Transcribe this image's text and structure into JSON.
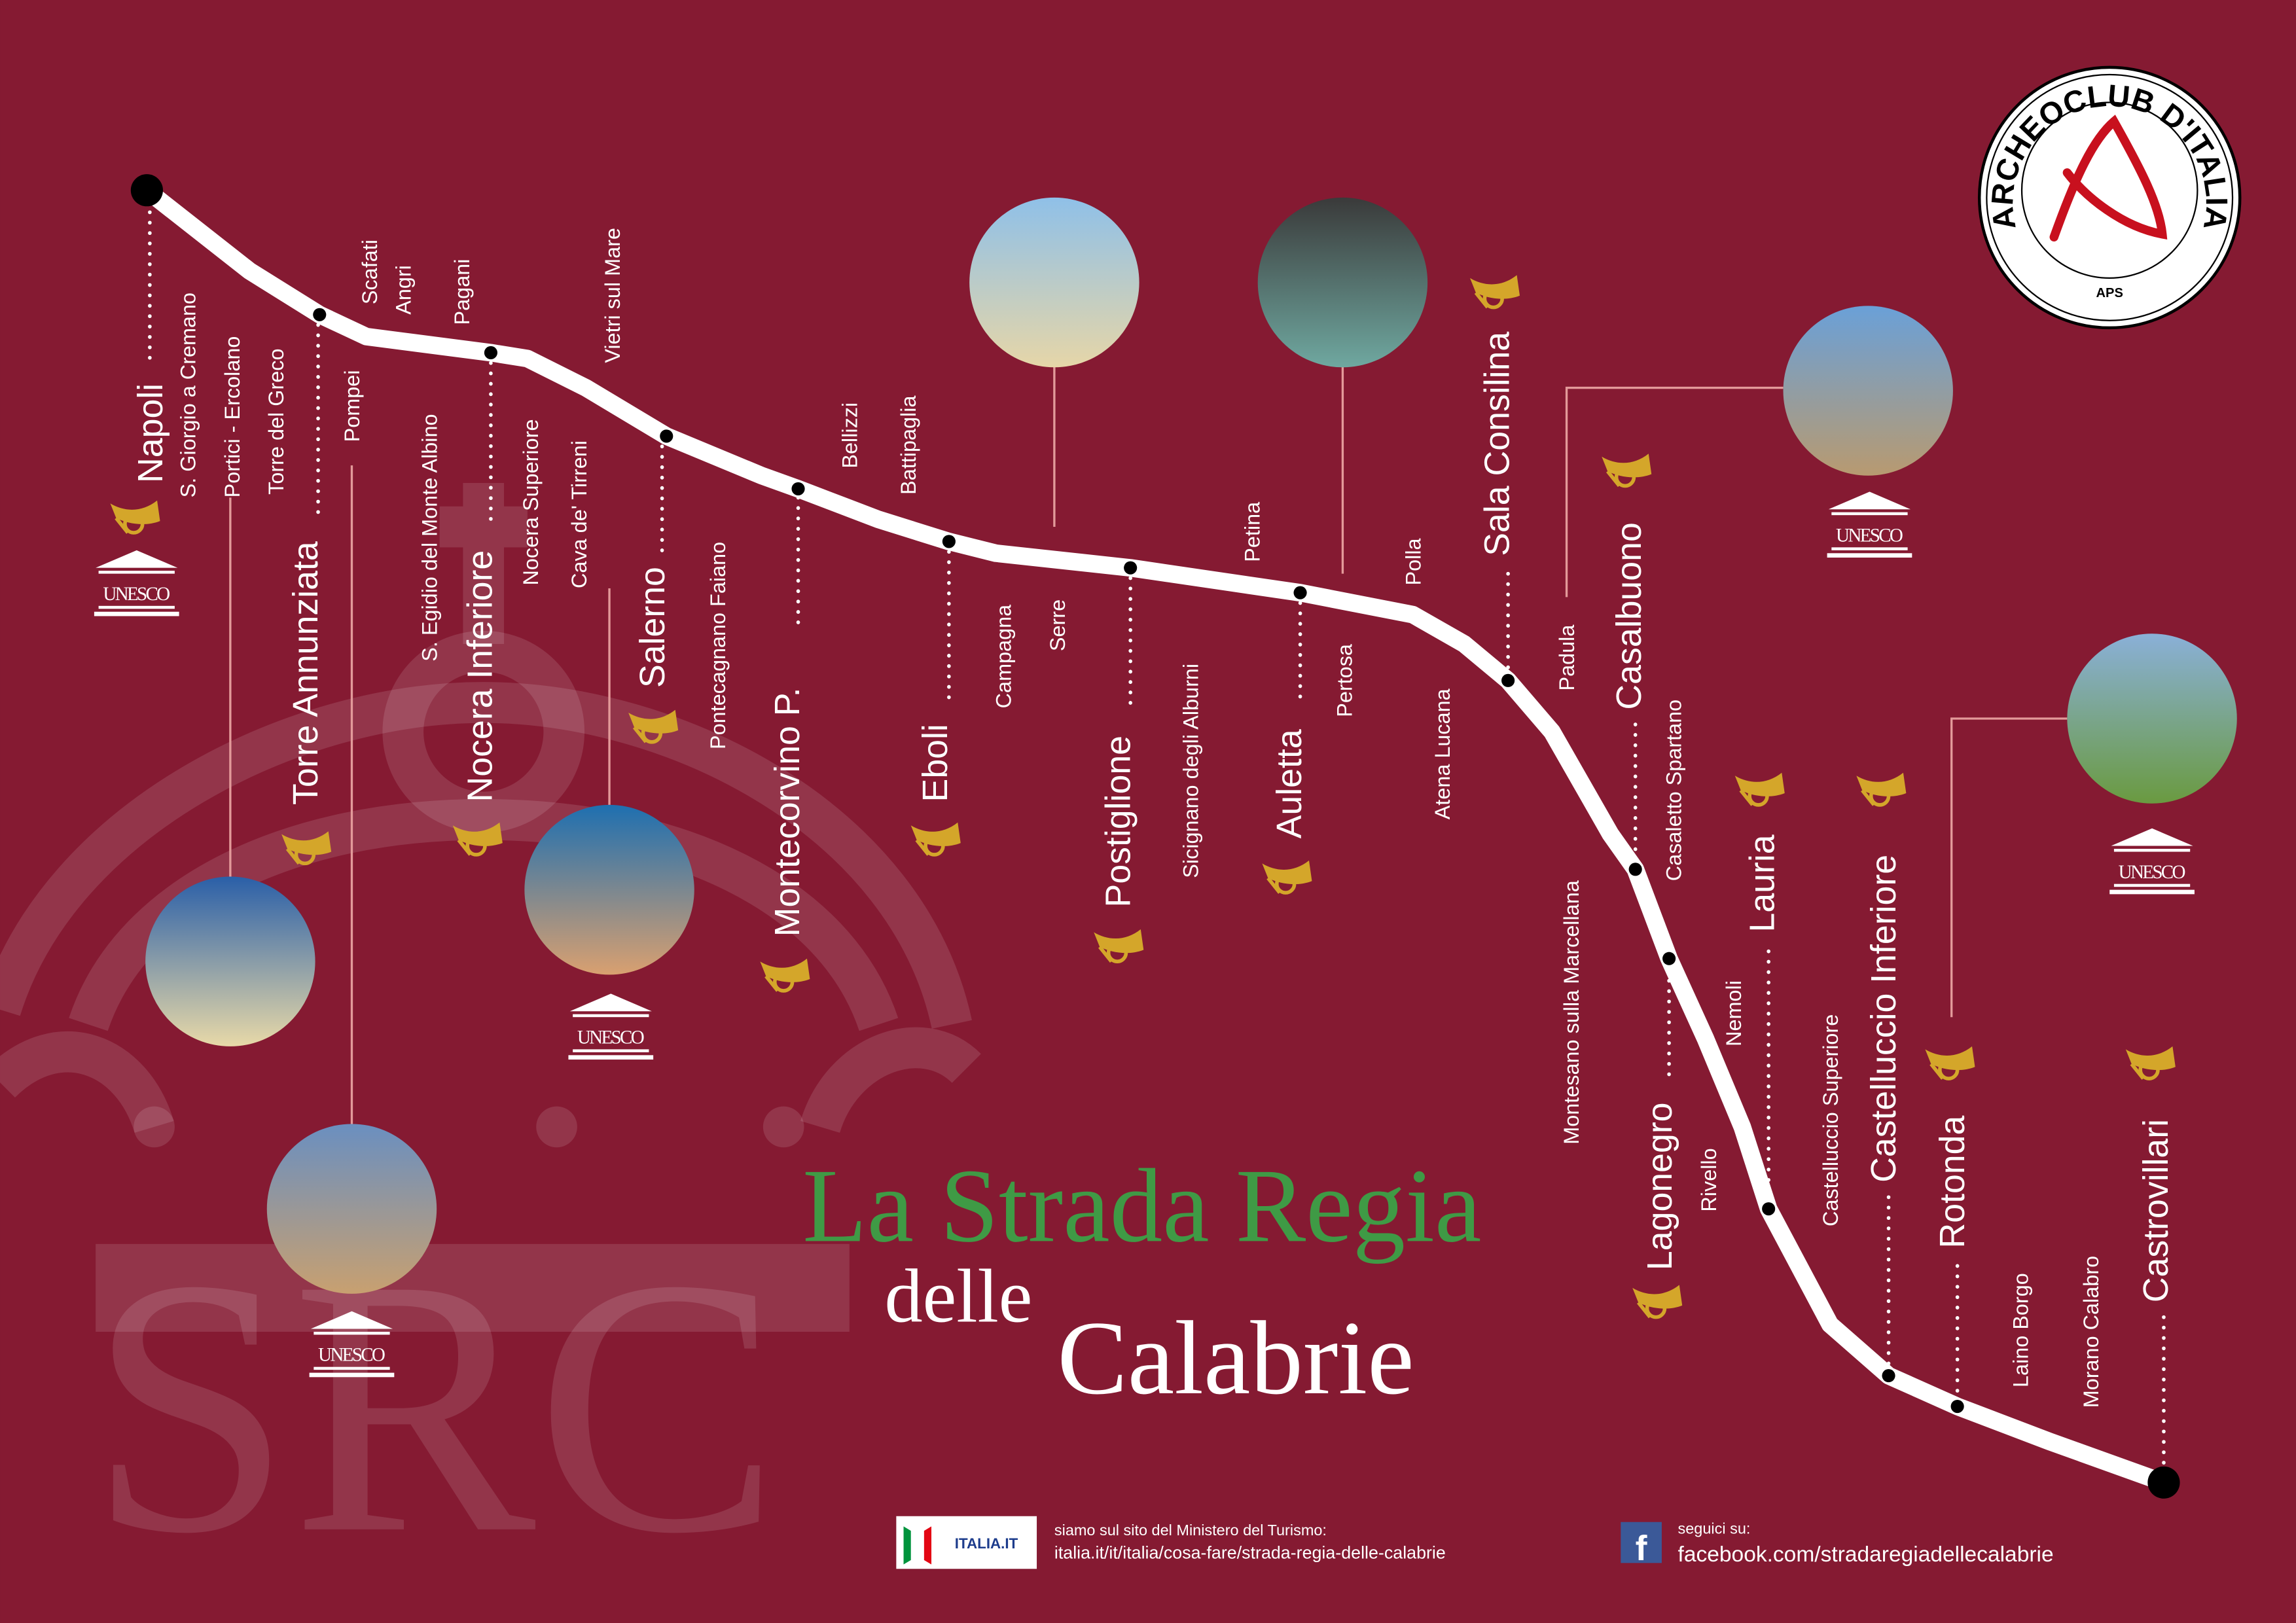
{
  "colors": {
    "background": "#851a32",
    "route": "#ffffff",
    "title_green": "#3f9a45",
    "horn_gold": "#d4a62a",
    "connector": "#e39a9a"
  },
  "title": {
    "line1": "La Strada Regia",
    "line2": "delle",
    "line3": "Calabrie"
  },
  "watermark": {
    "letters": "SRC"
  },
  "logo": {
    "ring_text": "ARCHEOCLUB D'ITALIA",
    "subtitle": "APS"
  },
  "unesco_label": "UNESCO",
  "stops": [
    {
      "name": "Napoli",
      "major": true
    },
    {
      "name": "S. Giorgio a Cremano",
      "major": false
    },
    {
      "name": "Portici - Ercolano",
      "major": false
    },
    {
      "name": "Torre del Greco",
      "major": false
    },
    {
      "name": "Torre Annunziata",
      "major": true
    },
    {
      "name": "Pompei",
      "major": false
    },
    {
      "name": "Scafati",
      "major": false
    },
    {
      "name": "Angri",
      "major": false
    },
    {
      "name": "Pagani",
      "major": false
    },
    {
      "name": "S. Egidio del Monte Albino",
      "major": false
    },
    {
      "name": "Nocera Inferiore",
      "major": true
    },
    {
      "name": "Nocera Superiore",
      "major": false
    },
    {
      "name": "Cava de' Tirreni",
      "major": false
    },
    {
      "name": "Vietri sul Mare",
      "major": false
    },
    {
      "name": "Salerno",
      "major": true
    },
    {
      "name": "Pontecagnano Faiano",
      "major": false
    },
    {
      "name": "Montecorvino P.",
      "major": true
    },
    {
      "name": "Bellizzi",
      "major": false
    },
    {
      "name": "Battipaglia",
      "major": false
    },
    {
      "name": "Eboli",
      "major": true
    },
    {
      "name": "Campagna",
      "major": false
    },
    {
      "name": "Serre",
      "major": false
    },
    {
      "name": "Postiglione",
      "major": true
    },
    {
      "name": "Sicignano degli Alburni",
      "major": false
    },
    {
      "name": "Petina",
      "major": false
    },
    {
      "name": "Auletta",
      "major": true
    },
    {
      "name": "Pertosa",
      "major": false
    },
    {
      "name": "Polla",
      "major": false
    },
    {
      "name": "Atena Lucana",
      "major": false
    },
    {
      "name": "Sala Consilina",
      "major": true
    },
    {
      "name": "Padula",
      "major": false
    },
    {
      "name": "Casalbuono",
      "major": true
    },
    {
      "name": "Casaletto Spartano",
      "major": false
    },
    {
      "name": "Montesano sulla Marcellana",
      "major": false
    },
    {
      "name": "Lagonegro",
      "major": true
    },
    {
      "name": "Rivello",
      "major": false
    },
    {
      "name": "Nemoli",
      "major": false
    },
    {
      "name": "Lauria",
      "major": true
    },
    {
      "name": "Castelluccio Superiore",
      "major": false
    },
    {
      "name": "Castelluccio Inferiore",
      "major": true
    },
    {
      "name": "Rotonda",
      "major": true
    },
    {
      "name": "Laino Borgo",
      "major": false
    },
    {
      "name": "Morano Calabro",
      "major": false
    },
    {
      "name": "Castrovillari",
      "major": true
    }
  ],
  "footer": {
    "italia_logo_text": "ITALIA.IT",
    "ministry_line": "siamo sul sito del Ministero del Turismo:",
    "ministry_url": "italia.it/it/italia/cosa-fare/strada-regia-delle-calabrie",
    "follow_label": "seguici su:",
    "facebook_url": "facebook.com/stradaregiadellecalabrie",
    "facebook_icon": "f"
  }
}
